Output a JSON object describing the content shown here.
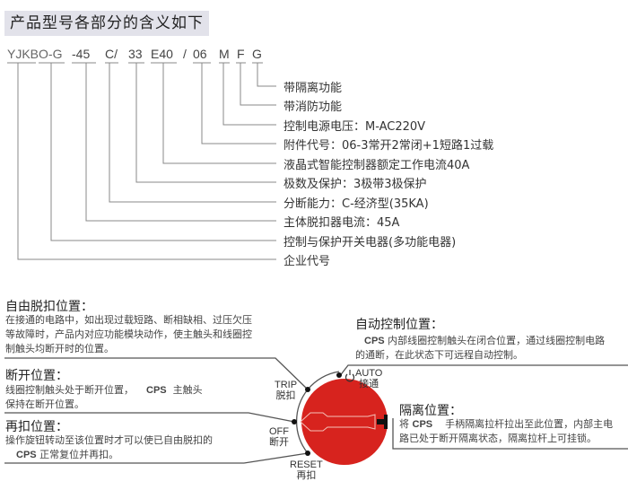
{
  "title": "产品型号各部分的含义如下",
  "code": {
    "c0": "YJKBO-G",
    "c1": "-45",
    "c2": "C/",
    "c3": "33",
    "c4": "E40",
    "c5": "/",
    "c6": "06",
    "c7": "M",
    "c8": "F",
    "c9": "G"
  },
  "labels": [
    "带隔离功能",
    "带消防功能",
    "控制电源电压：M-AC220V",
    "附件代号：06-3常开2常闭+1短路1过载",
    "液晶式智能控制器额定工作电流40A",
    "极数及保护：3极带3极保护",
    "分断能力：C-经济型(35KA)",
    "主体脱扣器电流：45A",
    "控制与保护开关电器(多功能电器)",
    "企业代号"
  ],
  "positions": {
    "trip": {
      "title": "自由脱扣位置：",
      "lines": [
        "在接通的电路中，如出现过载短路、断相缺相、过压欠压",
        "等故障时，产品内对应功能模块动作，使主触头和线圈控",
        "制触头均断开时的位置。"
      ]
    },
    "off": {
      "title": "断开位置：",
      "l1a": "线圈控制触头处于断开位置，",
      "l1b": "CPS",
      "l1c": "主触头",
      "l2": "保持在断开位置。"
    },
    "reset": {
      "title": "再扣位置：",
      "l1": "操作旋钮转动至该位置时才可以使已自由脱扣的",
      "l2a": "CPS",
      "l2b": "正常复位并再扣。"
    },
    "auto": {
      "title": "自动控制位置：",
      "l1a": "CPS",
      "l1b": "内部线圈控制触头在闭合位置，通过线圈控制电路",
      "l2": "的通断，在此状态下可远程自动控制。"
    },
    "isolate": {
      "title": "隔离位置：",
      "l1a": "将",
      "l1b": "CPS",
      "l1c": "手柄隔离拉杆拉出至此位置，内部主电",
      "l2": "路已处于断开隔离状态，隔离拉杆上可挂锁。"
    }
  },
  "knob": {
    "auto_en": "AUTO",
    "auto_cn": "接通",
    "trip_en": "TRIP",
    "trip_cn": "脱扣",
    "off_en": "OFF",
    "off_cn": "断开",
    "reset_en": "RESET",
    "reset_cn": "再扣"
  },
  "colors": {
    "knob": "#d7231e",
    "line": "#555555"
  }
}
